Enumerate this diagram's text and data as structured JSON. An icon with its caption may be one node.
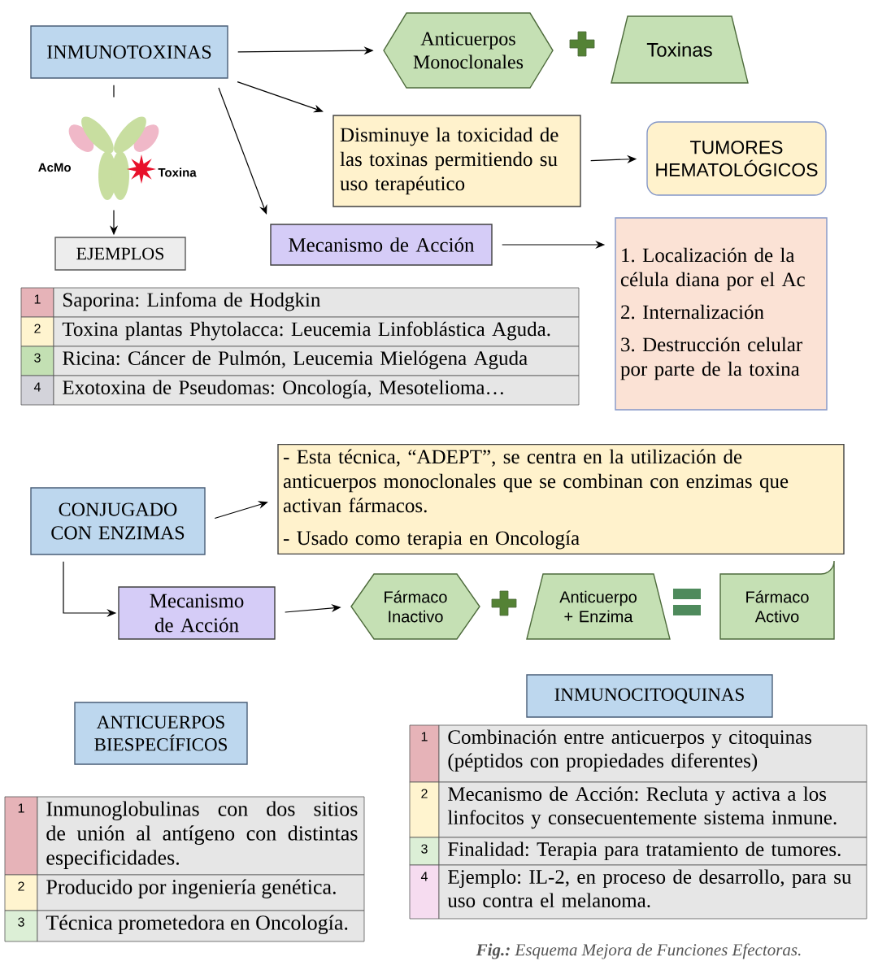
{
  "diagram": {
    "caption": "**Fig.:** Esquema Mejora de Funciones Efectoras.",
    "nodes": [
      {
        "text": [
          "INMUNOTOXINAS"
        ]
      },
      {
        "text": [
          "Anticuerpos Monoclonales"
        ]
      },
      {
        "text": [
          "Toxinas"
        ]
      },
      {
        "text": [
          "Disminuye la toxicidad de las toxinas permitiendo su uso terapéutico"
        ]
      },
      {
        "text": [
          "TUMORES HEMATOLÓGICOS"
        ]
      },
      {
        "text": [],
        "shape": "picture",
        "beside": [
          "AcMo",
          "Toxina"
        ]
      },
      {
        "text": [
          "EJEMPLOS"
        ]
      },
      {
        "text": [
          "Mecanismo de Acción"
        ]
      },
      {
        "text": [
          "1. Localización de la célula diana por el Ac",
          "2. Internalización",
          "3. Destrucción celular por parte de la toxina"
        ]
      },
      {
        "text": [
          "CONJUGADO CON ENZIMAS"
        ]
      },
      {
        "text": [
          "- Esta técnica, “ADEPT”, se centra en la utilización de anticuerpos monoclonales que se combinan con enzimas que activan fármacos.",
          "- Usado como terapia en Oncología"
        ]
      },
      {
        "text": [
          "Mecanismo de Acción"
        ]
      },
      {
        "text": [
          "Fármaco Inactivo"
        ]
      },
      {
        "text": [
          "Anticuerpo + Enzima"
        ]
      },
      {
        "text": [
          "Fármaco Activo"
        ]
      },
      {
        "text": [
          "ANTICUERPOS BIESPECÍFICOS"
        ]
      },
      {
        "text": [
          "INMUNOCITOQUINAS"
        ]
      }
    ],
    "edges": [
      {
        "from": 0,
        "to": 1,
        "arrow": "to"
      },
      {
        "from": 0,
        "to": 3,
        "arrow": "to"
      },
      {
        "from": 0,
        "to": 7,
        "arrow": "to"
      },
      {
        "from": 0,
        "to": 5,
        "arrow": "none"
      },
      {
        "from": 5,
        "to": 6,
        "arrow": "to"
      },
      {
        "from": 3,
        "to": 4,
        "arrow": "to"
      },
      {
        "from": 7,
        "to": 8,
        "arrow": "to"
      },
      {
        "from": 9,
        "to": 10,
        "arrow": "to"
      },
      {
        "from": 9,
        "to": 11,
        "arrow": "to"
      },
      {
        "from": 11,
        "to": 12,
        "arrow": "to"
      }
    ],
    "labels": [
      "1",
      "Saporina: Linfoma de Hodgkin",
      "2",
      "Toxina plantas Phytolacca: Leucemia Linfoblástica Aguda.",
      "3",
      "Ricina: Cáncer de Pulmón, Leucemia Mielógena Aguda",
      "4",
      "Exotoxina de Pseudomas: Oncología, Mesotelioma…",
      "1",
      "Inmunoglobulinas con dos sitios de unión al antígeno con distintas especificidades.",
      "2",
      "Producido por ingeniería genética.",
      "3",
      "Técnica prometedora en Oncología.",
      "1",
      "Combinación entre anticuerpos y citoquinas (péptidos con propiedades diferentes)",
      "2",
      "Mecanismo de Acción: Recluta y activa a los linfocitos y consecuentemente sistema inmune.",
      "3",
      "Finalidad: Terapia para tratamiento de tumores.",
      "4",
      "Ejemplo: IL-2, en proceso de desarrollo, para su uso contra el melanoma."
    ]
  }
}
